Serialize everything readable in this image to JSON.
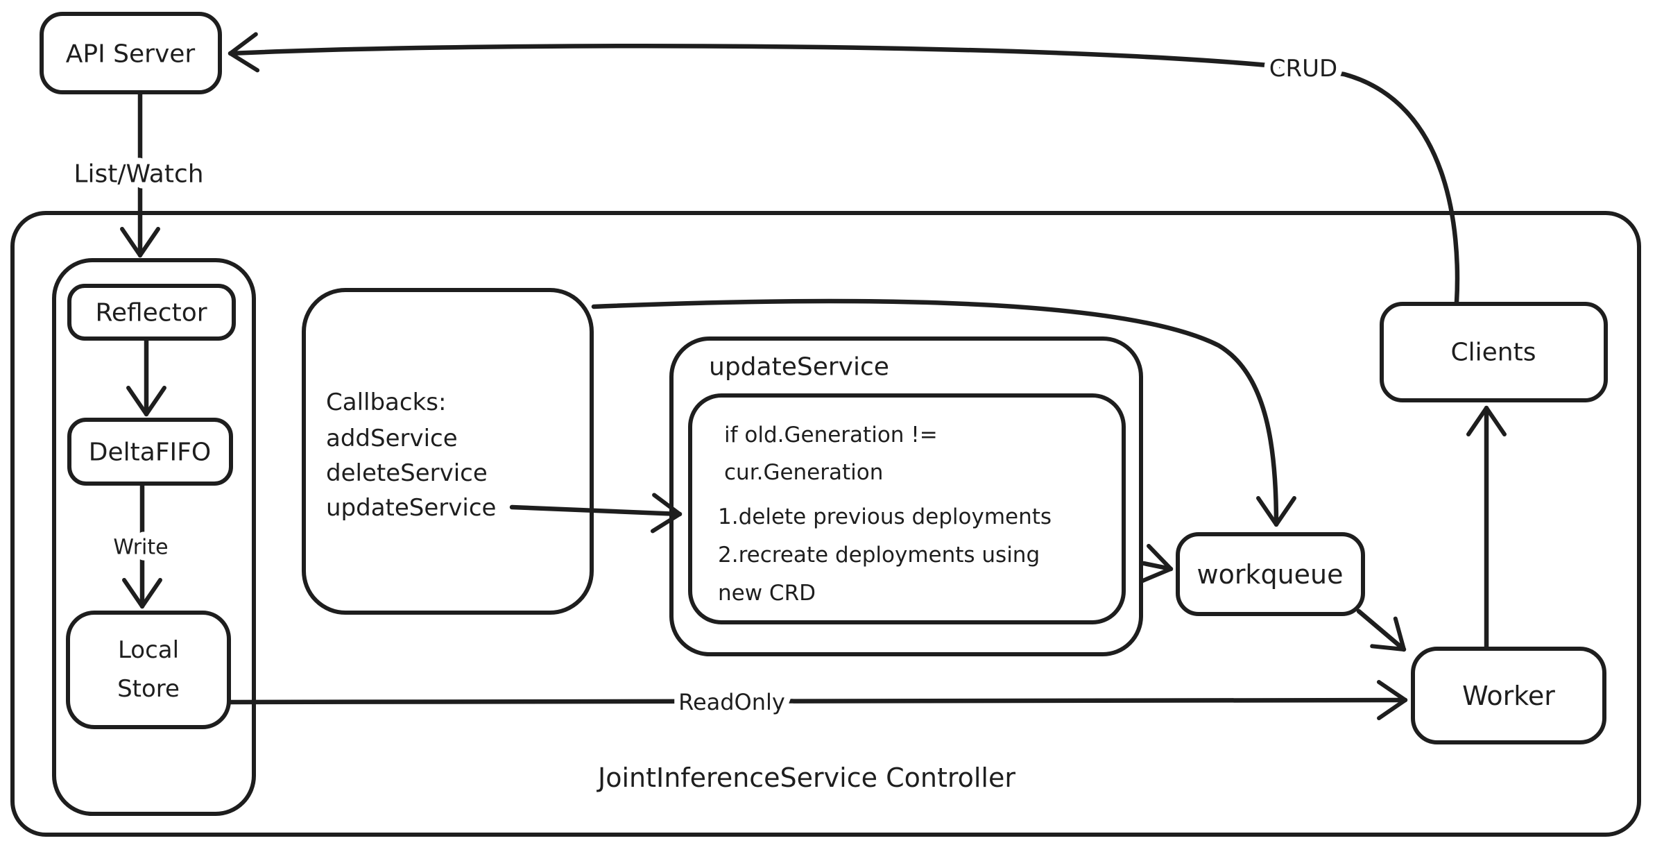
{
  "diagram": {
    "title": "JointInferenceService Controller",
    "colors": {
      "stroke": "#1e1e1e",
      "red": "#e03131",
      "blue": "#1c7ed6"
    },
    "nodes": {
      "api_server": "API Server",
      "reflector": "Reflector",
      "delta_fifo": "DeltaFIFO",
      "local_store": {
        "line1": "Local",
        "line2": "Store"
      },
      "clients": "Clients",
      "workqueue": "workqueue",
      "worker": "Worker"
    },
    "callbacks_box": {
      "lines": [
        "Callbacks:",
        "addService",
        "deleteService",
        "updateService"
      ]
    },
    "update_service_box": {
      "title": "updateService",
      "body_lines": [
        "if old.Generation !=",
        "cur.Generation",
        "1.delete previous deployments",
        "2.recreate deployments using",
        "new CRD"
      ]
    },
    "edge_labels": {
      "crud": "CRUD",
      "list_watch": "List/Watch",
      "write": "Write",
      "read_only": "ReadOnly"
    }
  }
}
